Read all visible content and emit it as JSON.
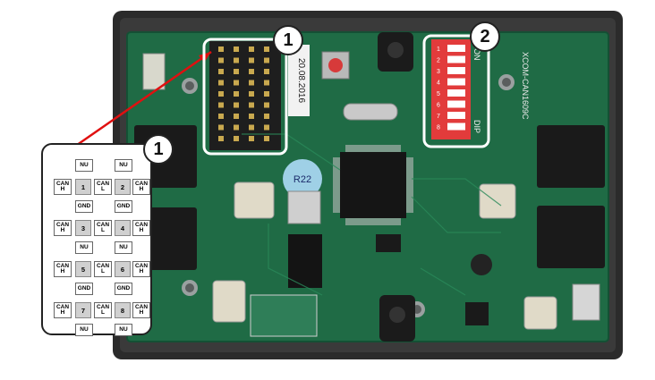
{
  "callouts": [
    "1",
    "2",
    "1"
  ],
  "board_labels": {
    "date": "20.08.2016",
    "model": "XCOM-CAN1609C",
    "dip": "DIP",
    "on": "ON",
    "dip_numbers": [
      "1",
      "2",
      "3",
      "4",
      "5",
      "6",
      "7",
      "8"
    ],
    "r22": "R22"
  },
  "pinout": {
    "rows": [
      {
        "left": "NU",
        "right": "NU"
      },
      {
        "left": "CAN H",
        "mid_num_left": "1",
        "mid": "CAN L",
        "mid_num_right": "2",
        "right": "CAN H"
      },
      {
        "left": "GND",
        "right": "GND"
      },
      {
        "left": "CAN H",
        "mid_num_left": "3",
        "mid": "CAN L",
        "mid_num_right": "4",
        "right": "CAN H"
      },
      {
        "left": "NU",
        "right": "NU"
      },
      {
        "left": "CAN H",
        "mid_num_left": "5",
        "mid": "CAN L",
        "mid_num_right": "6",
        "right": "CAN H"
      },
      {
        "left": "GND",
        "right": "GND"
      },
      {
        "left": "CAN H",
        "mid_num_left": "7",
        "mid": "CAN L",
        "mid_num_right": "8",
        "right": "CAN H"
      },
      {
        "left": "NU",
        "right": "NU"
      }
    ]
  },
  "colors": {
    "pcb": "#1f6b45",
    "pcb_dark": "#155234",
    "enclosure": "#2a2a2a",
    "dip_red": "#e23b3b",
    "arrow": "#e01010"
  }
}
